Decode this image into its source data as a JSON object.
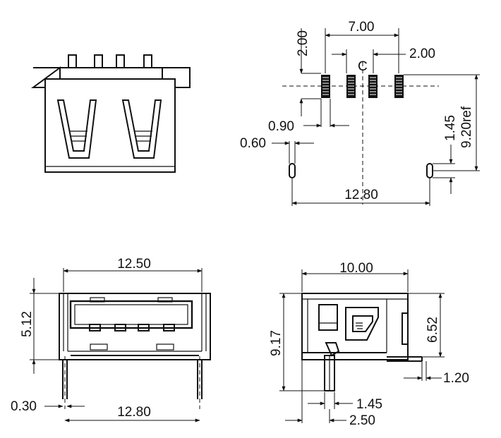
{
  "views": {
    "front_outline": {},
    "footprint": {
      "pitch_total": "7.00",
      "pad_pitch_left": "2.00",
      "pad_pitch_right": "2.00",
      "pad_width": "0.90",
      "peg_width": "0.60",
      "peg_to_pads": "1.45",
      "pads_to_pegs": "9.20ref",
      "peg_span": "12.80",
      "centerline_mark": "C"
    },
    "front": {
      "width": "12.50",
      "height": "5.12",
      "pin_width": "0.30",
      "pin_span": "12.80"
    },
    "side": {
      "length": "10.00",
      "total_height": "9.17",
      "body_height": "6.52",
      "tab": "1.20",
      "pin_offset": "1.45",
      "pin_span": "2.50"
    }
  }
}
